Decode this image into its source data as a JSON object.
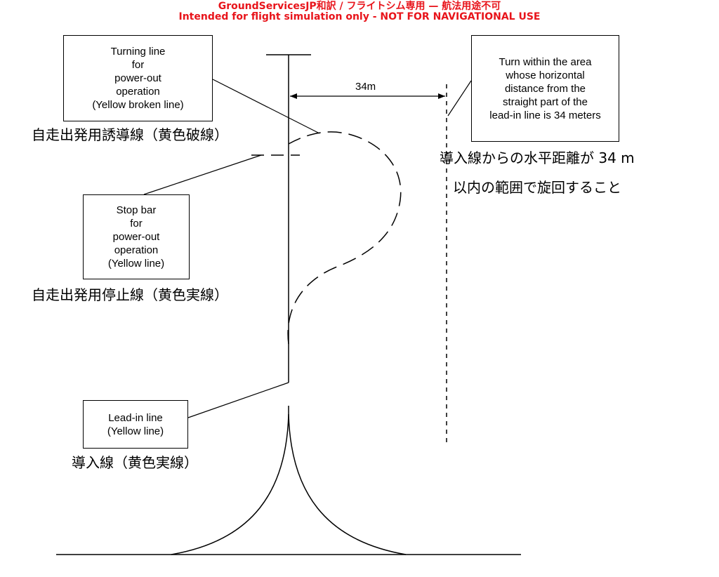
{
  "banner": {
    "line1": "GroundServicesJP和訳 / フライトシム専用 — 航法用途不可",
    "line2": "Intended for flight simulation only - NOT FOR NAVIGATIONAL USE"
  },
  "turning_line": {
    "label_en": "Turning line\nfor\npower-out\noperation\n(Yellow broken line)",
    "label_jp": "自走出発用誘導線（黄色破線）"
  },
  "stop_bar": {
    "label_en": "Stop bar\nfor\npower-out\noperation\n(Yellow line)",
    "label_jp": "自走出発用停止線（黄色実線）"
  },
  "lead_in": {
    "label_en": "Lead-in line\n(Yellow line)",
    "label_jp": "導入線（黄色実線）"
  },
  "turn_area": {
    "label_en": "Turn within the area\nwhose horizontal\ndistance from the\nstraight part of the\nlead-in line is 34 meters",
    "label_jp_line1": "導入線からの水平距離が 34 m",
    "label_jp_line2": "以内の範囲で旋回すること"
  },
  "distance_label": "34m",
  "colors": {
    "banner": "#e8141b",
    "lines": "#000000"
  }
}
